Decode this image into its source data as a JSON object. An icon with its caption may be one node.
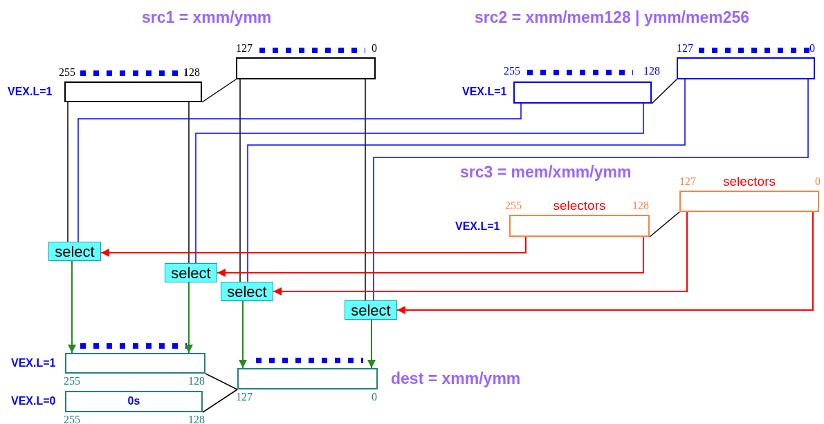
{
  "diagram": {
    "nodes": [
      {
        "text": [],
        "shape": "box",
        "beside": [
          "255",
          "128",
          "VEX.L=1"
        ]
      },
      {
        "text": [],
        "shape": "box",
        "beside": [
          "127",
          "0"
        ]
      },
      {
        "text": [],
        "shape": "box",
        "beside": [
          "255",
          "128",
          "VEX.L=1"
        ]
      },
      {
        "text": [],
        "shape": "box",
        "beside": [
          "127",
          "0"
        ]
      },
      {
        "text": [
          "selectors"
        ],
        "beside": [
          "255",
          "128",
          "VEX.L=1"
        ]
      },
      {
        "text": [
          "selectors"
        ],
        "beside": [
          "127",
          "0"
        ]
      },
      {
        "text": [
          "select"
        ]
      },
      {
        "text": [
          "select"
        ]
      },
      {
        "text": [
          "select"
        ]
      },
      {
        "text": [
          "select"
        ]
      },
      {
        "text": [],
        "shape": "box",
        "beside": [
          "VEX.L=1",
          "255",
          "128"
        ]
      },
      {
        "text": [
          "0s"
        ],
        "beside": [
          "VEX.L=0",
          "255",
          "128"
        ]
      },
      {
        "text": [],
        "shape": "box",
        "beside": [
          "127",
          "0"
        ]
      }
    ],
    "edges": [
      {
        "from": 0,
        "to": 6,
        "arrow": "none"
      },
      {
        "from": 0,
        "to": 7,
        "arrow": "none"
      },
      {
        "from": 1,
        "to": 8,
        "arrow": "none"
      },
      {
        "from": 1,
        "to": 9,
        "arrow": "none"
      },
      {
        "from": 2,
        "to": 6,
        "arrow": "none",
        "color": "#0000ff"
      },
      {
        "from": 2,
        "to": 7,
        "arrow": "none",
        "color": "#0000ff"
      },
      {
        "from": 3,
        "to": 8,
        "arrow": "none",
        "color": "#0000ff"
      },
      {
        "from": 3,
        "to": 9,
        "arrow": "none",
        "color": "#0000ff"
      },
      {
        "from": 4,
        "to": 6,
        "arrow": "to",
        "color": "#ff0000"
      },
      {
        "from": 4,
        "to": 7,
        "arrow": "to",
        "color": "#ff0000"
      },
      {
        "from": 5,
        "to": 8,
        "arrow": "to",
        "color": "#ff0000"
      },
      {
        "from": 5,
        "to": 9,
        "arrow": "to",
        "color": "#ff0000"
      },
      {
        "from": 6,
        "to": 10,
        "arrow": "to",
        "color": "#228b22"
      },
      {
        "from": 7,
        "to": 10,
        "arrow": "to",
        "color": "#228b22"
      },
      {
        "from": 8,
        "to": 12,
        "arrow": "to",
        "color": "#228b22"
      },
      {
        "from": 9,
        "to": 12,
        "arrow": "to",
        "color": "#228b22"
      },
      {
        "from": 0,
        "to": 1,
        "arrow": "none"
      },
      {
        "from": 2,
        "to": 3,
        "arrow": "none"
      },
      {
        "from": 4,
        "to": 5,
        "arrow": "none"
      },
      {
        "from": 10,
        "to": 12,
        "arrow": "none"
      },
      {
        "from": 11,
        "to": 12,
        "arrow": "none"
      }
    ],
    "labels": [
      "src1 = xmm/ymm",
      "src2 = xmm/mem128 | ymm/mem256",
      "src3 = mem/xmm/ymm",
      "dest = xmm/ymm"
    ]
  }
}
